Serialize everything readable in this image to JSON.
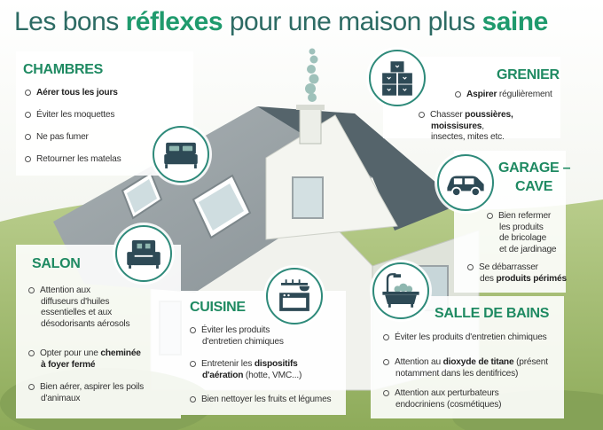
{
  "title": {
    "part1": "Les bons ",
    "highlight1": "réflexes",
    "part2": " pour une maison plus ",
    "highlight2": "saine"
  },
  "colors": {
    "accent": "#1f8a62",
    "icon": "#2e4a56",
    "roof": "#8f9aa0",
    "wall": "#eef0ea",
    "grass": "#9cb86a"
  },
  "chambres": {
    "heading": "CHAMBRES",
    "icon": "bed-icon",
    "items": [
      {
        "bold": "Aérer tous les jours",
        "text": ""
      },
      {
        "bold": "",
        "text": "Éviter les moquettes"
      },
      {
        "bold": "",
        "text": "Ne pas fumer"
      },
      {
        "bold": "",
        "text": "Retourner les matelas"
      }
    ]
  },
  "grenier": {
    "heading": "GRENIER",
    "icon": "boxes-icon",
    "item1": {
      "bold": "Aspirer",
      "text": " régulièrement"
    },
    "item2": {
      "pre": "Chasser ",
      "b1": "poussières, moissisures",
      "post": ",",
      "line2": "insectes, mites etc."
    }
  },
  "garage": {
    "heading1": "GARAGE –",
    "heading2": "CAVE",
    "icon": "car-icon",
    "item1": {
      "line1": "Bien refermer",
      "line2": "les produits",
      "line3": "de bricolage",
      "line4": "et de jardinage"
    },
    "item2": {
      "line1": "Se débarrasser",
      "line2pre": "des ",
      "line2b": "produits périmés"
    }
  },
  "salon": {
    "heading": "SALON",
    "icon": "armchair-icon",
    "item1": {
      "line1": "Attention aux",
      "line2": "diffuseurs d'huiles",
      "line3": "essentielles et aux",
      "line4": "désodorisants aérosols"
    },
    "item2": {
      "pre": "Opter pour une ",
      "b1": "cheminée",
      "b2": "à foyer fermé"
    },
    "item3": {
      "line1": "Bien aérer, aspirer les poils",
      "line2": "d'animaux"
    }
  },
  "cuisine": {
    "heading": "CUISINE",
    "icon": "stove-icon",
    "item1": {
      "line1": "Éviter les produits",
      "line2": "d'entretien chimiques"
    },
    "item2": {
      "pre": "Entretenir les ",
      "b1": "dispositifs",
      "b2": "d'aération",
      "post": " (hotte, VMC...)"
    },
    "item3": {
      "text": "Bien nettoyer les fruits et légumes"
    }
  },
  "salle_de_bains": {
    "heading": "SALLE DE BAINS",
    "icon": "bathtub-icon",
    "item1": {
      "text": "Éviter les produits d'entretien chimiques"
    },
    "item2": {
      "pre": "Attention au ",
      "b1": "dioxyde de titane",
      "post": " (présent",
      "line2": "notamment dans les dentifrices)"
    },
    "item3": {
      "line1": "Attention aux perturbateurs",
      "line2": "endocriniens (cosmétiques)"
    }
  }
}
